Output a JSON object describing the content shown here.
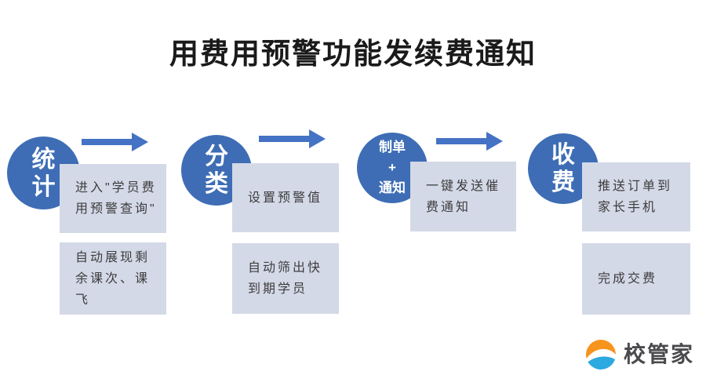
{
  "title": "用费用预警功能发续费通知",
  "steps": [
    {
      "label": "统计",
      "circle_lines": [
        "统",
        "计"
      ],
      "boxes": [
        {
          "text": "进入\"学员费用预警查询\"",
          "lines": [
            "进入\"学员费",
            "用预警查询\""
          ]
        },
        {
          "text": "自动展现剩余课次、课飞",
          "lines": [
            "自动展现剩",
            "余课次、课",
            "飞"
          ]
        }
      ]
    },
    {
      "label": "分类",
      "circle_lines": [
        "分",
        "类"
      ],
      "boxes": [
        {
          "text": "设置预警值",
          "lines": [
            "设置预警值"
          ]
        },
        {
          "text": "自动筛出快到期学员",
          "lines": [
            "自动筛出快",
            "到期学员"
          ]
        }
      ]
    },
    {
      "label": "制单+通知",
      "circle_lines": [
        "制单",
        "+",
        "通知"
      ],
      "boxes": [
        {
          "text": "一键发送催费通知",
          "lines": [
            "一键发送催",
            "费通知"
          ]
        }
      ]
    },
    {
      "label": "收费",
      "circle_lines": [
        "收",
        "费"
      ],
      "boxes": [
        {
          "text": "推送订单到家长手机",
          "lines": [
            "推送订单到",
            "家长手机"
          ]
        },
        {
          "text": "完成交费",
          "lines": [
            "完成交费"
          ]
        }
      ]
    }
  ],
  "logo": {
    "text": "校管家"
  },
  "colors": {
    "circle_color": "#3E6DB5",
    "arrow_color": "#4472C4",
    "box_bg": "#D4D9E8",
    "box_text": "#3D3D3D",
    "title_color": "#1A1A1A",
    "logo_text_color": "#4A4A4D",
    "logo_orange": "#F7941E",
    "logo_blue": "#2BA9E0"
  }
}
